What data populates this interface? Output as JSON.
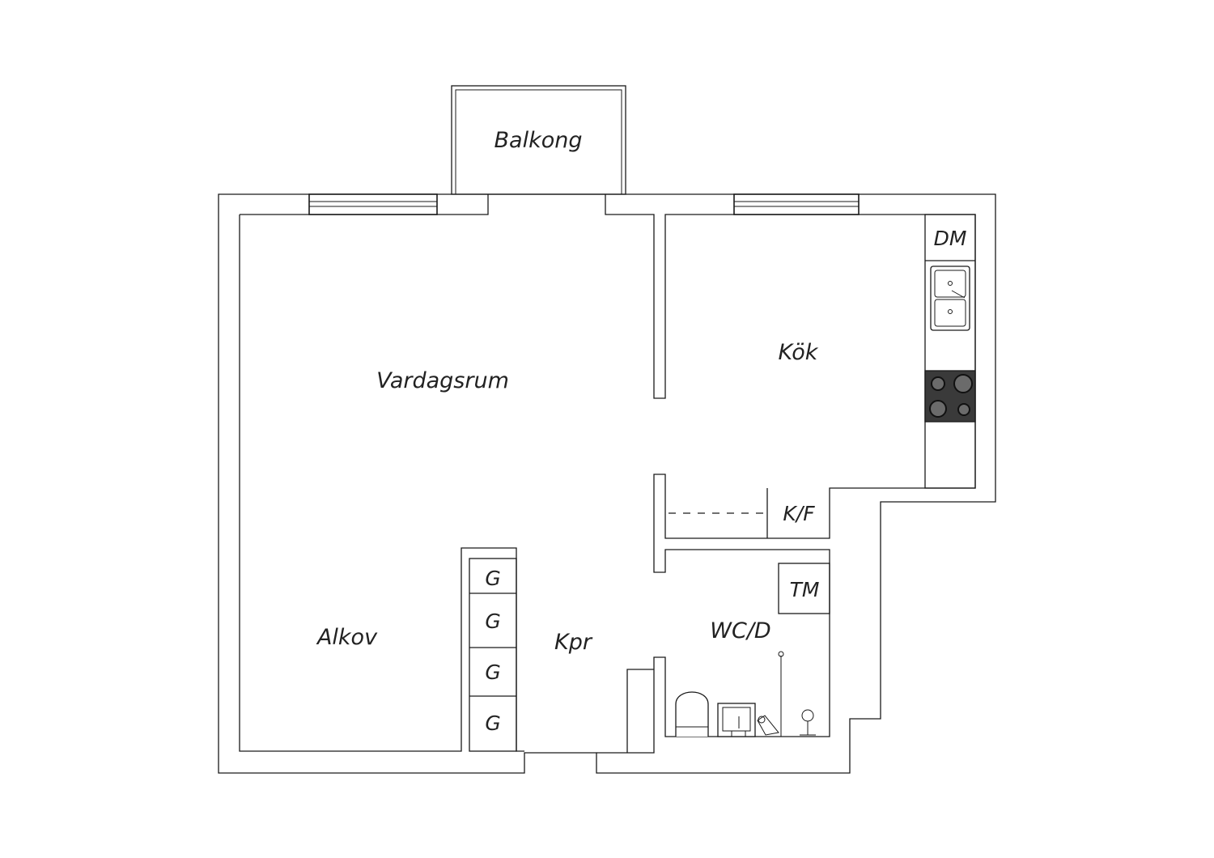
{
  "rooms": {
    "balkong": "Balkong",
    "vardagsrum": "Vardagsrum",
    "kok": "Kök",
    "alkov": "Alkov",
    "kpr": "Kpr",
    "wcd": "WC/D"
  },
  "fixtures": {
    "dm": "DM",
    "kf": "K/F",
    "tm": "TM",
    "wardrobes": [
      "G",
      "G",
      "G",
      "G"
    ]
  },
  "colors": {
    "line": "#1a1a1a",
    "stove": "#3a3a3a",
    "burner": "#6b6b6b"
  }
}
